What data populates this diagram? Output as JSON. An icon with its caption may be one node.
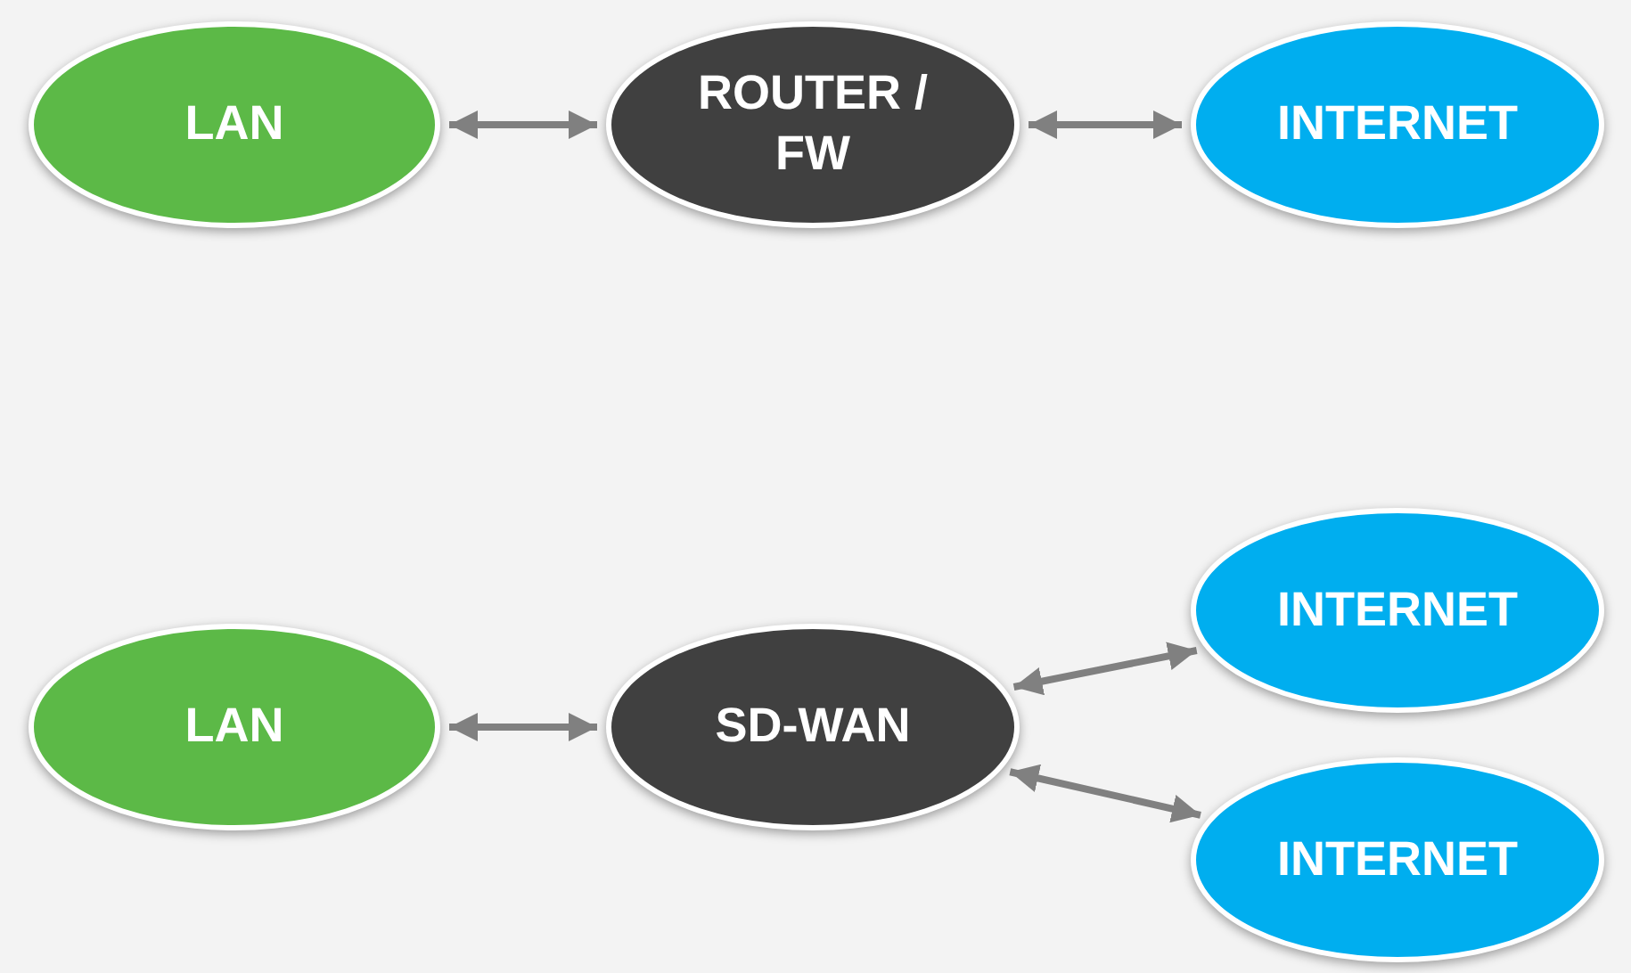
{
  "diagram": {
    "nodes": [
      {
        "text": [
          "LAN"
        ]
      },
      {
        "text": [
          "ROUTER / FW"
        ]
      },
      {
        "text": [
          "INTERNET"
        ]
      },
      {
        "text": [
          "LAN"
        ]
      },
      {
        "text": [
          "SD-WAN"
        ]
      },
      {
        "text": [
          "INTERNET"
        ]
      },
      {
        "text": [
          "INTERNET"
        ]
      }
    ],
    "edges": [
      {
        "from": 0,
        "to": 1,
        "arrow": "both"
      },
      {
        "from": 1,
        "to": 2,
        "arrow": "both"
      },
      {
        "from": 3,
        "to": 4,
        "arrow": "both"
      },
      {
        "from": 4,
        "to": 5,
        "arrow": "both"
      },
      {
        "from": 4,
        "to": 6,
        "arrow": "both"
      }
    ]
  }
}
